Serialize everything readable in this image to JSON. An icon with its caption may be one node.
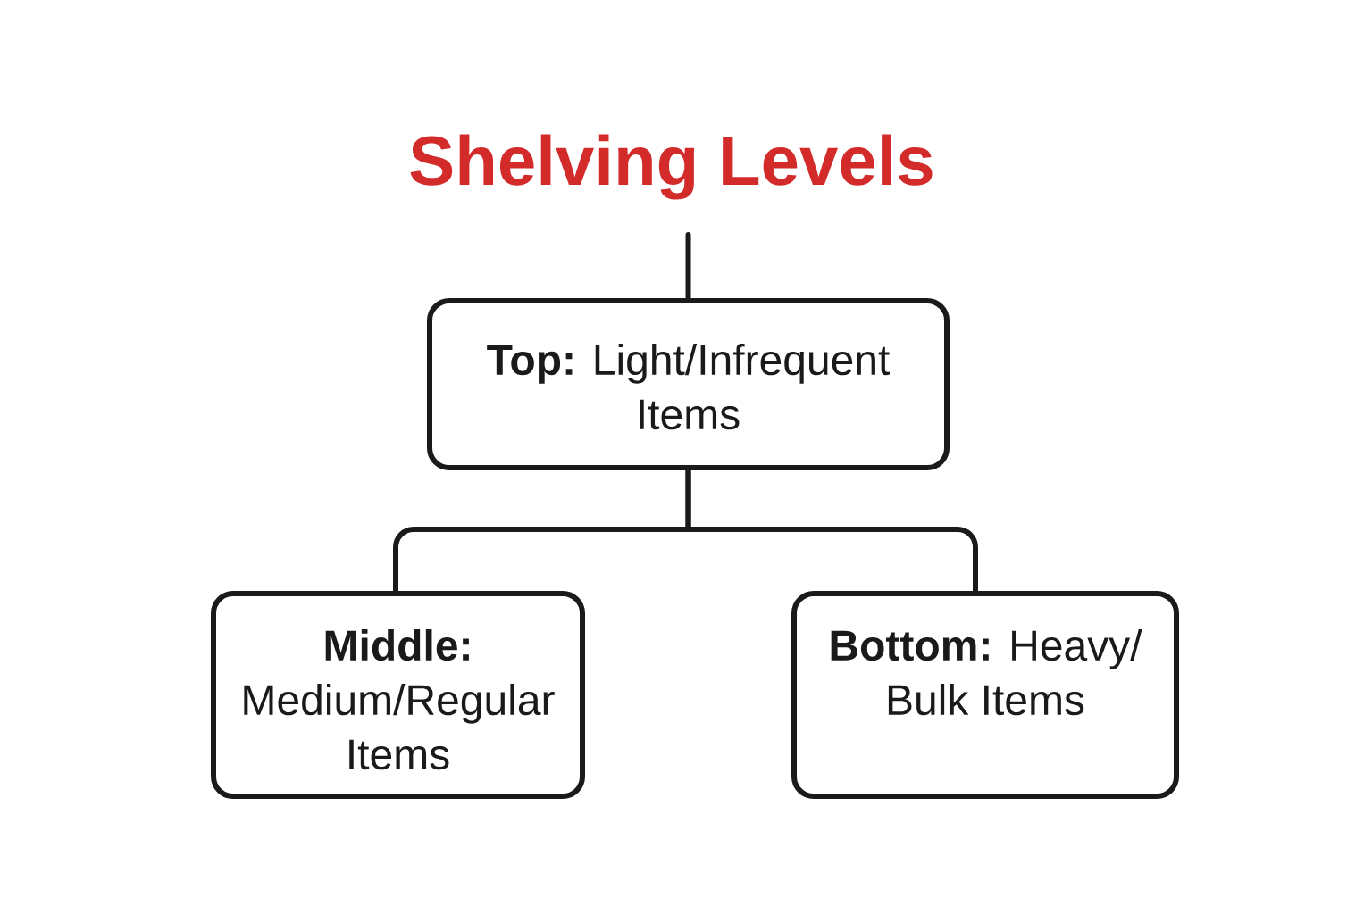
{
  "diagram": {
    "title": "Shelving Levels",
    "nodes": [
      {
        "text": [
          "**Top:** Light/Infrequent Items"
        ]
      },
      {
        "text": [
          "**Middle:** Medium/Regular Items"
        ]
      },
      {
        "text": [
          "**Bottom:** Heavy/ Bulk Items"
        ]
      }
    ],
    "edges": [
      {
        "from": null,
        "to": 0,
        "arrow": "none"
      },
      {
        "from": 0,
        "to": 1,
        "arrow": "none"
      },
      {
        "from": 0,
        "to": 2,
        "arrow": "none"
      }
    ]
  }
}
